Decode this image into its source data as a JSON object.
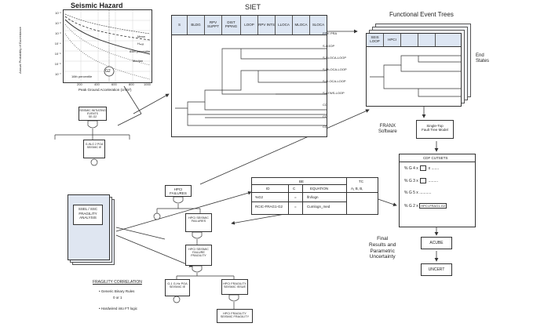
{
  "seismic_hazard": {
    "title": "Seismic Hazard",
    "y_axis_label": "Annual Probability of Exceedance",
    "x_axis_label": "Peak Ground Acceleration (cm/s²)",
    "x_ticks": [
      "200",
      "400",
      "600",
      "800",
      "1000"
    ],
    "y_ticks": [
      "10⁻¹",
      "10⁻²",
      "10⁻³",
      "10⁻⁴",
      "10⁻⁵",
      "10⁻⁶",
      "10⁻⁷"
    ],
    "curve_labels": {
      "mean": "Mean",
      "p84": "84th percentile",
      "median": "Median",
      "p16": "16th percentile"
    },
    "marker": "G2",
    "hmax": "Hₘₐₓ"
  },
  "small_tree": {
    "top": "SEISMIC INITIATING EVENTS",
    "top_id": "SE-G2",
    "node": "G-IN-G 2 PGA SEISMIC IE"
  },
  "siet": {
    "title": "SIET",
    "headers": [
      "S",
      "BLDG",
      "RPV SUPPT",
      "DIST PIPING",
      "LOOP",
      "RPV INTS",
      "LLOCA",
      "MLOCA",
      "SLOCA"
    ],
    "end_states": [
      "FPIE PRA",
      "S-LOOP",
      "S-SLOCA-LOOP",
      "S-MLOCA-LOOP",
      "S-LLOCA-LOOP",
      "S-ATWS-LOOP",
      "CD",
      "CD",
      "CD"
    ]
  },
  "fet": {
    "title": "Functional Event Trees",
    "headers": [
      "SEIS LOOP",
      "HPCI"
    ],
    "end_states_label": "End\nStates"
  },
  "franx": {
    "label": "FRANX\nSoftware",
    "fault_tree_box": "Single-Top\nFault Tree Model"
  },
  "cdf_cutsets": {
    "title": "CDF CUTSETS",
    "rows": [
      {
        "prefix": "% G 4 x",
        "suffix": "x ......."
      },
      {
        "prefix": "% G 3 x",
        "suffix": "........."
      },
      {
        "prefix": "% G 5 x",
        "suffix": "..........."
      },
      {
        "prefix": "% G 2 x",
        "suffix": "HPCI-FRAG1-G2"
      }
    ]
  },
  "acube": "ACUBE",
  "uncert": "UNCERT",
  "final_results": "Final\nResults and\nParametric\nUncertainty",
  "ssel_box": "SSEL / SSC\nFRAGILITY\nANALYSIS",
  "be_table": {
    "be": "BE",
    "tc": "TC",
    "col_id": "ID",
    "col_c": "C",
    "col_eq": "EQUATION",
    "tc_vals": "A₁  B,  B,",
    "rows": [
      {
        "id": "%G2",
        "c": "=",
        "eq": "lfn/logn"
      },
      {
        "id": "RCIC-FRAG1-G2",
        "c": "=",
        "eq": "Cumlogn_med"
      }
    ]
  },
  "fault_tree": {
    "top": "HPCI FAILURES",
    "n1": "HPCI SEISMIC FAILURES",
    "n2": "HPCI SEISMIC FAILURE FRAGILITY",
    "n3": "G-1 G-Hz PGA SEISMIC IE",
    "n4": "HPCI FRAGILITY SEISMIC ISSUE",
    "n5": "HPCI FRAGILITY SEISMIC FRAGILITY"
  },
  "fragility_correlation": {
    "title": "FRAGILITY CORRELATION",
    "items": [
      "Generic Binary Rules",
      "0  or 1",
      "Hardwired into FT logic"
    ]
  }
}
